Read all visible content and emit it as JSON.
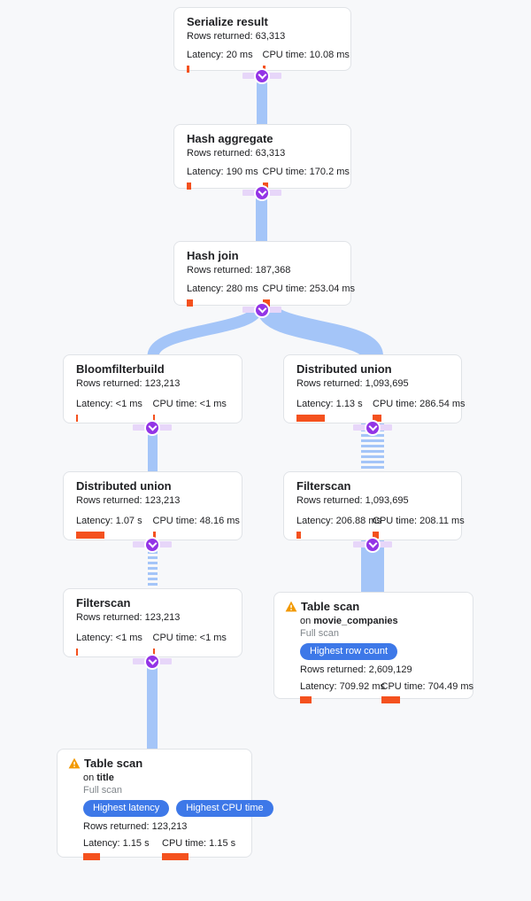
{
  "app": {
    "view": "query-execution-plan-graph"
  },
  "colors": {
    "background": "#f7f8fa",
    "edge_blue": "#a4c5f8",
    "metric_bar_orange": "#f4511e",
    "connector_purple": "#9334e6",
    "badge_blue": "#3d78e8",
    "warning_orange": "#f29900",
    "muted_text": "#80868b"
  },
  "connector": {
    "icon": "chevron-down-icon"
  },
  "nodes": [
    {
      "title": "Serialize result",
      "rows": "Rows returned: 63,313",
      "latency": "Latency: 20 ms",
      "cpu": "CPU time: 10.08 ms",
      "bars": {
        "latency": 3,
        "cpu": 3
      }
    },
    {
      "title": "Hash aggregate",
      "rows": "Rows returned: 63,313",
      "latency": "Latency: 190 ms",
      "cpu": "CPU time: 170.2 ms",
      "bars": {
        "latency": 5,
        "cpu": 6
      }
    },
    {
      "title": "Hash join",
      "rows": "Rows returned: 187,368",
      "latency": "Latency: 280 ms",
      "cpu": "CPU time: 253.04 ms",
      "bars": {
        "latency": 7,
        "cpu": 8
      }
    },
    {
      "title": "Bloomfilterbuild",
      "rows": "Rows returned: 123,213",
      "latency": "Latency: <1 ms",
      "cpu": "CPU time: <1 ms",
      "bars": {
        "latency": 2,
        "cpu": 2
      }
    },
    {
      "title": "Distributed union",
      "rows": "Rows returned: 1,093,695",
      "latency": "Latency: 1.13 s",
      "cpu": "CPU time: 286.54 ms",
      "bars": {
        "latency": 32,
        "cpu": 10
      }
    },
    {
      "title": "Distributed union",
      "rows": "Rows returned: 123,213",
      "latency": "Latency: 1.07 s",
      "cpu": "CPU time: 48.16 ms",
      "bars": {
        "latency": 32,
        "cpu": 3
      }
    },
    {
      "title": "Filterscan",
      "rows": "Rows returned: 1,093,695",
      "latency": "Latency: 206.88 ms",
      "cpu": "CPU time: 208.11 ms",
      "bars": {
        "latency": 5,
        "cpu": 7
      }
    },
    {
      "title": "Filterscan",
      "rows": "Rows returned: 123,213",
      "latency": "Latency: <1 ms",
      "cpu": "CPU time: <1 ms",
      "bars": {
        "latency": 2,
        "cpu": 2
      }
    },
    {
      "title": "Table scan",
      "on_prefix": "on",
      "table_name": "movie_companies",
      "scan_mode": "Full scan",
      "badges": [
        "Highest row count"
      ],
      "rows": "Rows returned: 2,609,129",
      "latency": "Latency: 709.92 ms",
      "cpu": "CPU time: 704.49 ms",
      "bars": {
        "latency": 13,
        "cpu": 21
      }
    },
    {
      "title": "Table scan",
      "on_prefix": "on",
      "table_name": "title",
      "scan_mode": "Full scan",
      "badges": [
        "Highest latency",
        "Highest CPU time"
      ],
      "rows": "Rows returned: 123,213",
      "latency": "Latency: 1.15 s",
      "cpu": "CPU time: 1.15 s",
      "bars": {
        "latency": 19,
        "cpu": 30
      }
    }
  ]
}
